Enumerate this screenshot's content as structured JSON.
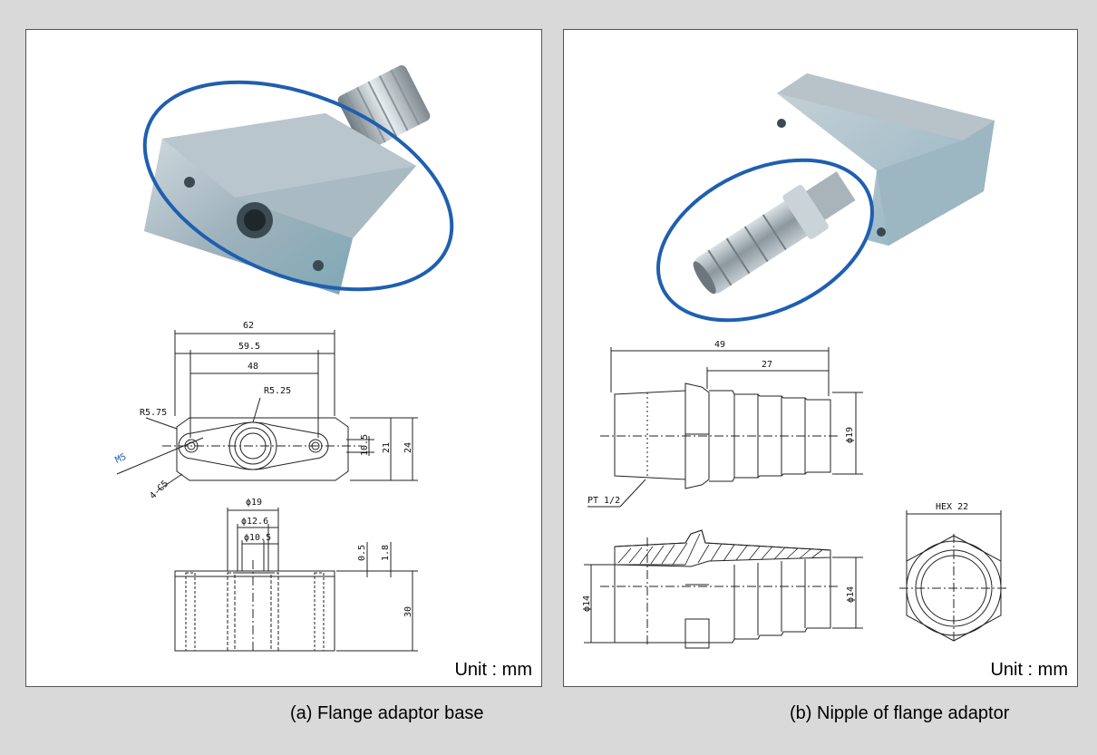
{
  "panels": [
    {
      "id": "a",
      "unit_label": "Unit : mm",
      "caption": "(a) Flange adaptor base",
      "highlight_color": "#1f5fb0",
      "dims": {
        "d62": "62",
        "d59_5": "59.5",
        "d48": "48",
        "r5_25": "R5.25",
        "r5_75": "R5.75",
        "m5": "M5",
        "c5": "4-C5",
        "d10_5v": "10.5",
        "d21": "21",
        "d24": "24",
        "phi19": "ϕ19",
        "phi12_6": "ϕ12.6",
        "phi10_5": "ϕ10.5",
        "d0_5": "0.5",
        "d1_8": "1.8",
        "d30": "30"
      }
    },
    {
      "id": "b",
      "unit_label": "Unit : mm",
      "caption": "(b) Nipple of flange adaptor",
      "highlight_color": "#1f5fb0",
      "dims": {
        "d49": "49",
        "d27": "27",
        "phi19": "ϕ19",
        "pt": "PT 1/2",
        "phi14a": "ϕ14",
        "phi14b": "ϕ14",
        "hex": "HEX 22"
      }
    }
  ]
}
